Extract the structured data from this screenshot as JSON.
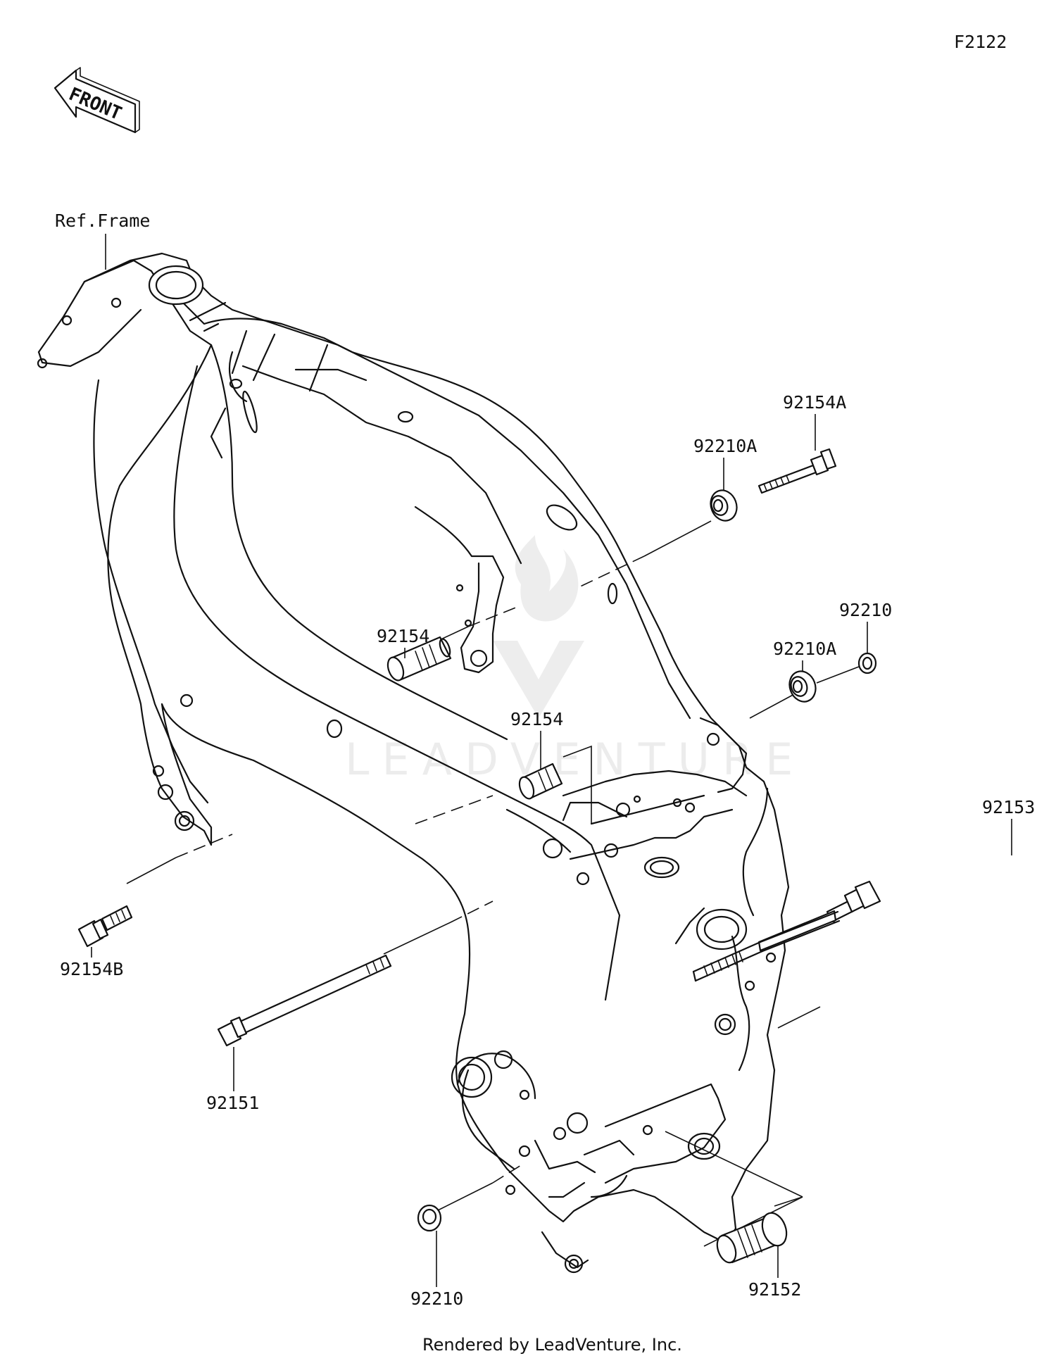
{
  "diagram_code": "F2122",
  "front_arrow": {
    "text": "FRONT",
    "icon": "front-direction-arrow-icon"
  },
  "ref_label": "Ref.Frame",
  "parts": {
    "p92154A": "92154A",
    "p92210A_top": "92210A",
    "p92154_upper": "92154",
    "p92210_right": "92210",
    "p92210A_mid": "92210A",
    "p92154_middle": "92154",
    "p92153": "92153",
    "p92154B": "92154B",
    "p92151": "92151",
    "p92210_bottom": "92210",
    "p92152": "92152"
  },
  "watermark": "LEADVENTURE",
  "footer": "Rendered by LeadVenture, Inc."
}
